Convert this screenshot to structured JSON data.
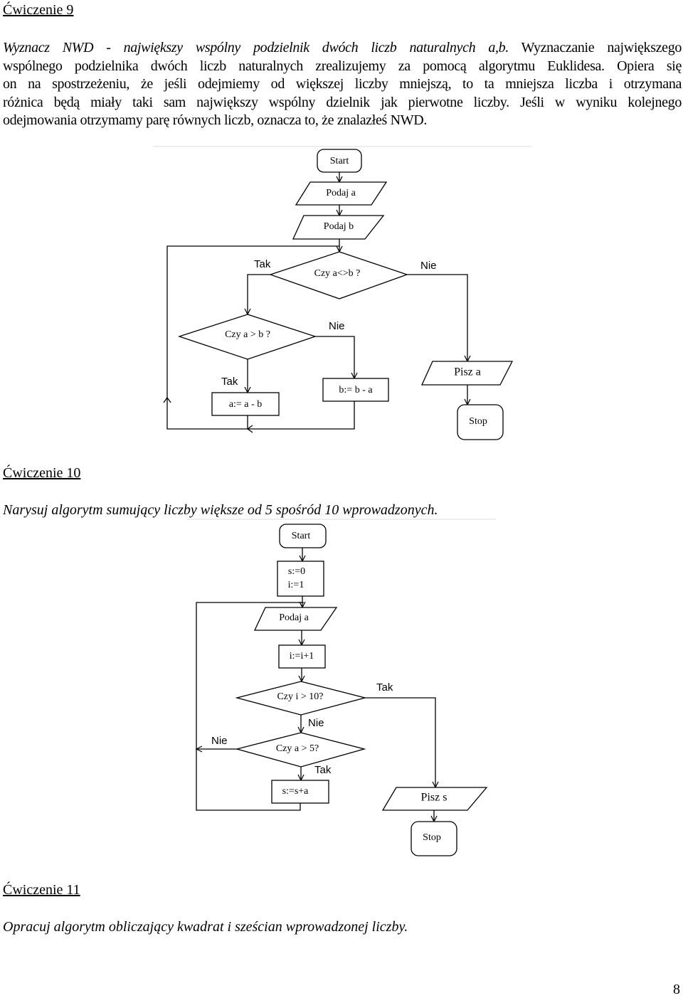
{
  "ex9": {
    "heading": "Ćwiczenie 9",
    "task_italic": "Wyznacz NWD - największy wspólny podzielnik dwóch liczb naturalnych a,b.",
    "line1_rest": " Wyznaczanie największego",
    "lines": [
      "wspólnego podzielnika dwóch liczb naturalnych zrealizujemy za pomocą algorytmu Euklidesa. Opiera się",
      "on na spostrzeżeniu, że jeśli odejmiemy od większej liczby mniejszą, to ta mniejsza liczba i otrzymana",
      "różnica będą miały taki sam największy wspólny dzielnik jak pierwotne liczby. Jeśli w wyniku kolejnego",
      "odejmowania otrzymamy parę równych liczb, oznacza to, że znalazłeś NWD."
    ],
    "flowchart": {
      "start": "Start",
      "input_a": "Podaj a",
      "input_b": "Podaj b",
      "decision1": "Czy a<>b ?",
      "decision2": "Czy a > b ?",
      "assign_a": "a:= a - b",
      "assign_b": "b:= b - a",
      "output": "Pisz  a",
      "stop": "Stop",
      "yes1": "Tak",
      "no1": "Nie",
      "yes2": "Tak",
      "no2": "Nie"
    }
  },
  "ex10": {
    "heading": "Ćwiczenie 10",
    "task": "Narysuj algorytm sumujący liczby większe od 5 spośród 10 wprowadzonych.",
    "flowchart": {
      "start": "Start",
      "init1": "s:=0",
      "init2": "i:=1",
      "input_a": "Podaj a",
      "increment": "i:=i+1",
      "decision1": "Czy i > 10?",
      "decision2": "Czy a > 5?",
      "sum": "s:=s+a",
      "output": "Pisz   s",
      "stop": "Stop",
      "yes1": "Tak",
      "no1": "Nie",
      "no2": "Nie",
      "yes2": "Tak"
    }
  },
  "ex11": {
    "heading": "Ćwiczenie 11",
    "task": "Opracuj algorytm obliczający kwadrat i sześcian wprowadzonej liczby."
  },
  "page_number": "8"
}
